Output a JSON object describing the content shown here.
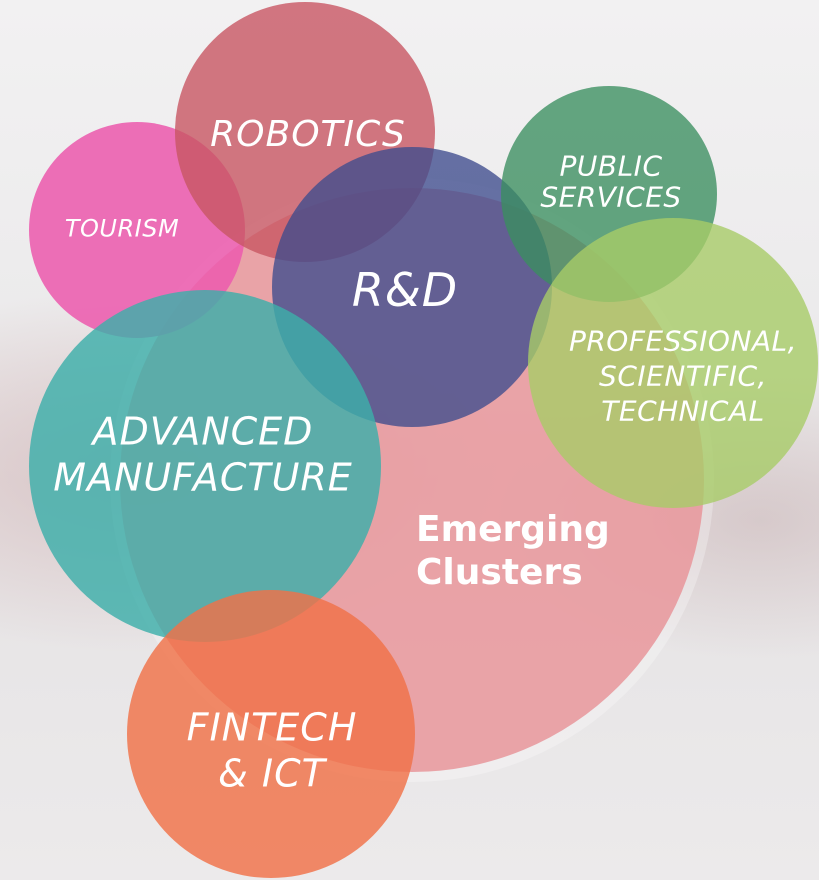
{
  "main_cluster": {
    "label": "Emerging\nClusters",
    "color": "#e8959a"
  },
  "clusters": [
    {
      "id": "robotics",
      "label": "ROBOTICS",
      "color": "#c85663"
    },
    {
      "id": "tourism",
      "label": "TOURISM",
      "color": "#ec5cae"
    },
    {
      "id": "rnd",
      "label": "R&D",
      "color": "#3d4b8d"
    },
    {
      "id": "public-services",
      "label": "PUBLIC\nSERVICES",
      "color": "#3a8e5f"
    },
    {
      "id": "professional",
      "label": "PROFESSIONAL,\nSCIENTIFIC,\nTECHNICAL",
      "color": "#a8cc68"
    },
    {
      "id": "advanced-manufacture",
      "label": "ADVANCED\nMANUFACTURE",
      "color": "#3dafaa"
    },
    {
      "id": "fintech-ict",
      "label": "FINTECH\n& ICT",
      "color": "#f07148"
    }
  ]
}
